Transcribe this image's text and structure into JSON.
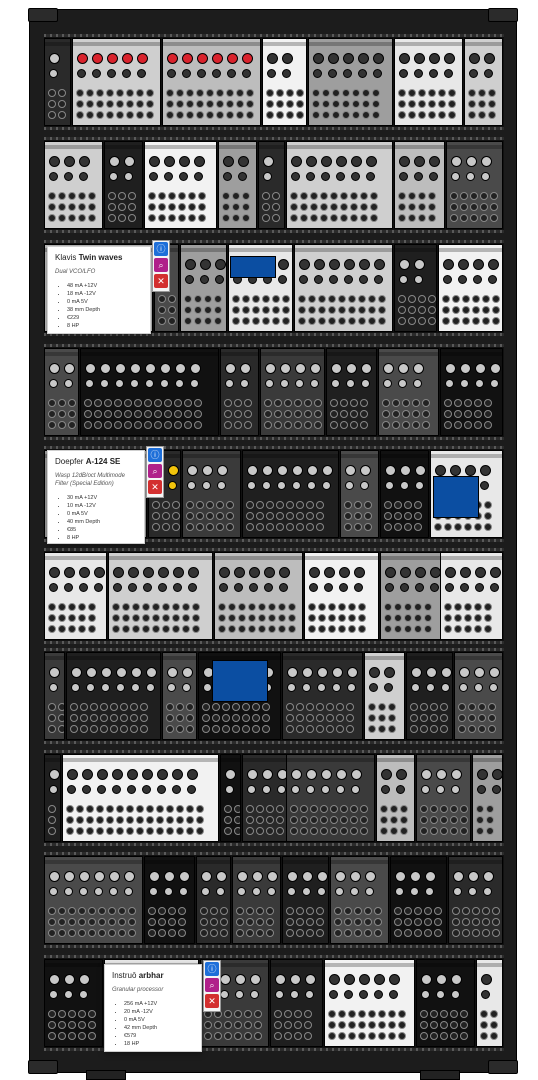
{
  "tooltips": [
    {
      "brand": "Klavis",
      "name": "Twin waves",
      "description": "Dual VCO/LFO",
      "specs": [
        "48 mA +12V",
        "18 mA -12V",
        "0 mA 5V",
        "38 mm Depth",
        "€229",
        "8 HP"
      ]
    },
    {
      "brand": "Doepfer",
      "name": "A-124 SE",
      "description": "Wasp 12dB/oct Multimode Filter (Special Edition)",
      "specs": [
        "30 mA +12V",
        "10 mA -12V",
        "0 mA 5V",
        "40 mm Depth",
        "€85",
        "8 HP"
      ]
    },
    {
      "brand": "Instruō",
      "name": "arbhar",
      "description": "Granular processor",
      "specs": [
        "256 mA +12V",
        "20 mA -12V",
        "0 mA 5V",
        "42 mm Depth",
        "€579",
        "18 HP"
      ]
    }
  ],
  "sidebar_buttons": [
    "info",
    "search",
    "delete"
  ],
  "icons": {
    "info": "info-icon",
    "search": "search-icon",
    "delete": "trash-icon"
  },
  "colors": {
    "case": "#1c1c1c",
    "info_button": "#1e6fd9",
    "search_button": "#b0208a",
    "delete_button": "#d32f2f"
  }
}
